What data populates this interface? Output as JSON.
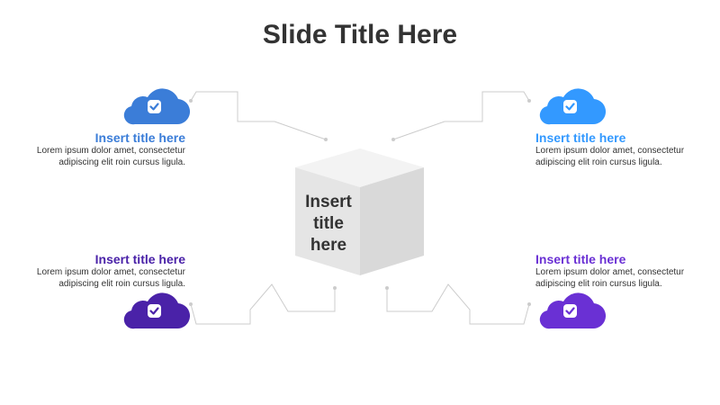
{
  "slide": {
    "title": "Slide Title Here"
  },
  "center": {
    "label": "Insert\ntitle\nhere"
  },
  "items": [
    {
      "title": "Insert title here",
      "text_line1": "Lorem ipsum dolor amet, consectetur",
      "text_line2": "adipiscing elit roin cursus ligula.",
      "color": "#3B7DD8",
      "icon": "cloud-check-icon"
    },
    {
      "title": "Insert title here",
      "text_line1": "Lorem ipsum dolor amet, consectetur",
      "text_line2": "adipiscing elit roin cursus ligula.",
      "color": "#3399FF",
      "icon": "cloud-check-icon"
    },
    {
      "title": "Insert title here",
      "text_line1": "Lorem ipsum dolor amet, consectetur",
      "text_line2": "adipiscing elit roin cursus ligula.",
      "color": "#4A22A8",
      "icon": "cloud-check-icon"
    },
    {
      "title": "Insert title here",
      "text_line1": "Lorem ipsum dolor amet, consectetur",
      "text_line2": "adipiscing elit roin cursus ligula.",
      "color": "#6A30D4",
      "icon": "cloud-check-icon"
    }
  ]
}
